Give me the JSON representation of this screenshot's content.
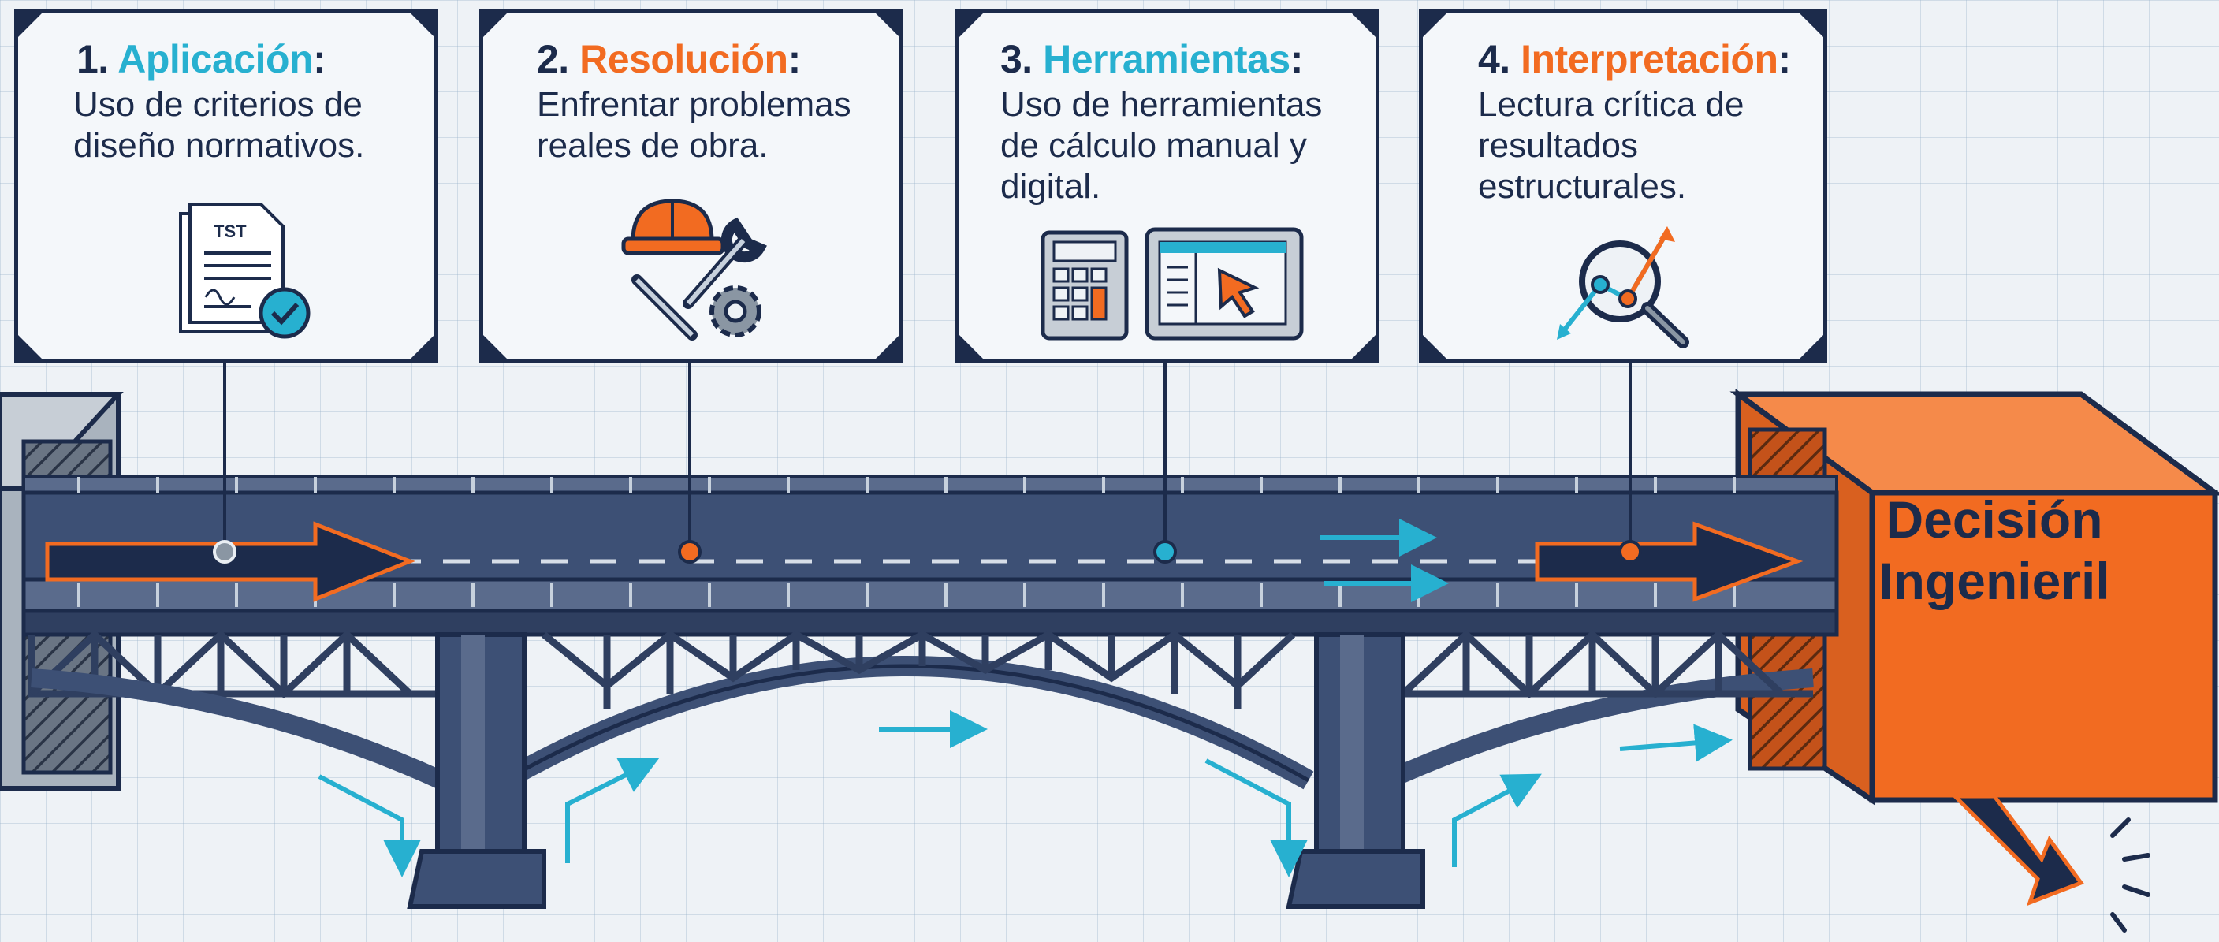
{
  "cards": [
    {
      "num": "1. ",
      "keyword": "Aplicación",
      "colon": ":",
      "text": "Uso de criterios de diseño normativos.",
      "icon": "document-check-icon"
    },
    {
      "num": "2. ",
      "keyword": "Resolución",
      "colon": ":",
      "text": "Enfrentar problemas reales de obra.",
      "icon": "hardhat-tools-icon"
    },
    {
      "num": "3. ",
      "keyword": "Herramientas",
      "colon": ":",
      "text": "Uso de herramientas de cálculo manual y digital.",
      "icon": "calculator-tablet-icon"
    },
    {
      "num": "4. ",
      "keyword": "Interpretación",
      "colon": ":",
      "text": "Lectura crítica de resultados estructurales.",
      "icon": "magnifier-chart-icon"
    }
  ],
  "doc_icon_text": "TST",
  "decision": {
    "line1": "Decisión",
    "line2": "Ingenieril"
  },
  "colors": {
    "navy": "#1c2b4b",
    "deck": "#3d5075",
    "orange": "#f26b21",
    "cyan": "#27b0d0",
    "grey": "#8a96a3"
  }
}
